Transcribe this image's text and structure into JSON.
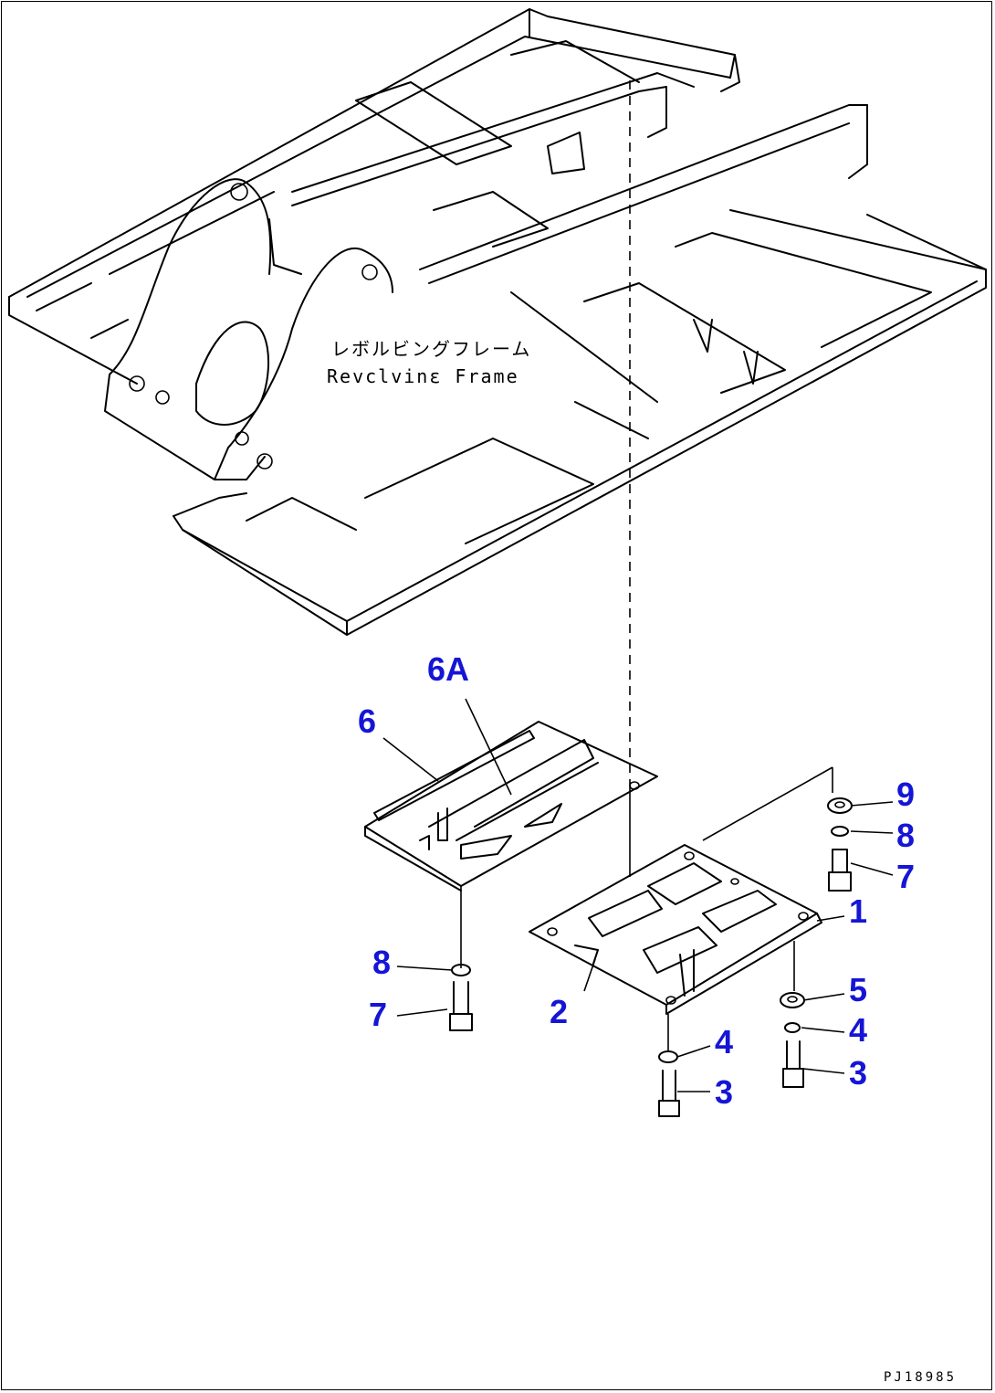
{
  "diagram": {
    "frame_label_jp": "レボルビングフレーム",
    "frame_label_en": "Revclvinε Frame",
    "drawing_code": "PJ18985",
    "callouts": {
      "c6a": "6A",
      "c6": "6",
      "c9": "9",
      "c8_right": "8",
      "c7_right": "7",
      "c1": "1",
      "c8_left": "8",
      "c5": "5",
      "c7_left": "7",
      "c2": "2",
      "c4_right": "4",
      "c4_mid": "4",
      "c3_right": "3",
      "c3_mid": "3"
    }
  }
}
